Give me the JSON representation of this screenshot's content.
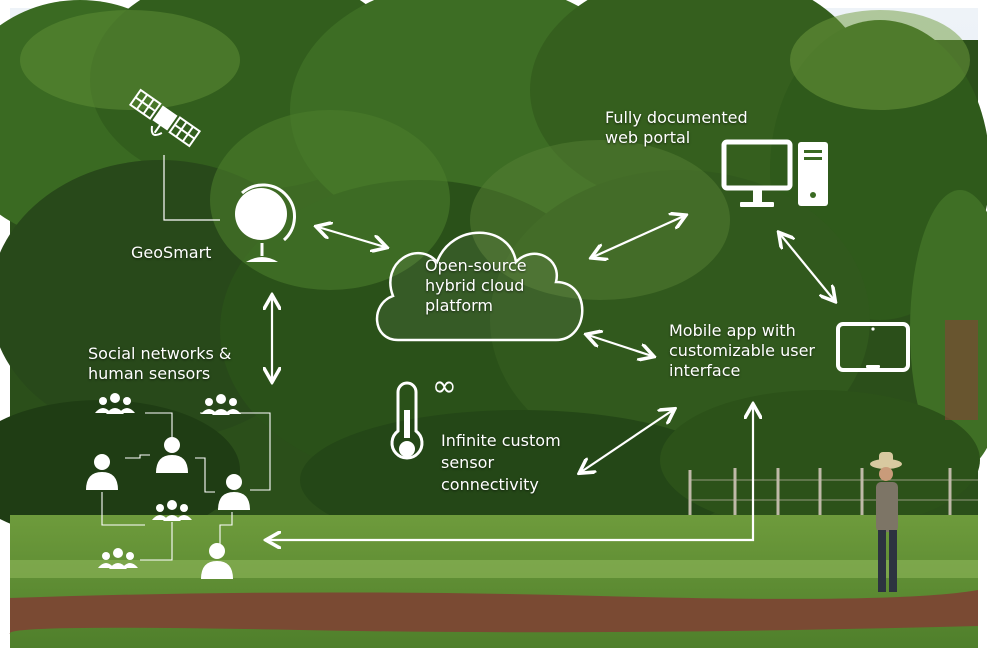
{
  "colors": {
    "sky": "#e4eef6",
    "tree_dark": "#1f3d14",
    "tree_mid": "#3a6a22",
    "tree_light": "#6f9c3e",
    "field": "#5d8d34",
    "field_light": "#8db55a",
    "soil": "#7a4a33",
    "overlay": "#ffffff"
  },
  "nodes": {
    "geosmart": {
      "label": "GeoSmart",
      "icon": "globe-icon",
      "satellite_icon": "satellite-icon"
    },
    "cloud": {
      "icon": "cloud-icon",
      "lines": [
        "Open-source",
        "hybrid cloud",
        "platform"
      ]
    },
    "web_portal": {
      "icon": "desktop-computer-icon",
      "lines": [
        "Fully documented",
        "web portal"
      ]
    },
    "mobile_app": {
      "icon": "tablet-icon",
      "lines": [
        "Mobile app with",
        "customizable user",
        "interface"
      ]
    },
    "sensors": {
      "icon": "thermometer-icon",
      "infinity_icon": "infinity-icon",
      "lines": [
        "Infinite custom",
        "sensor",
        "connectivity"
      ]
    },
    "social": {
      "icon": "people-icon",
      "lines": [
        "Social networks &",
        "human sensors"
      ]
    }
  }
}
